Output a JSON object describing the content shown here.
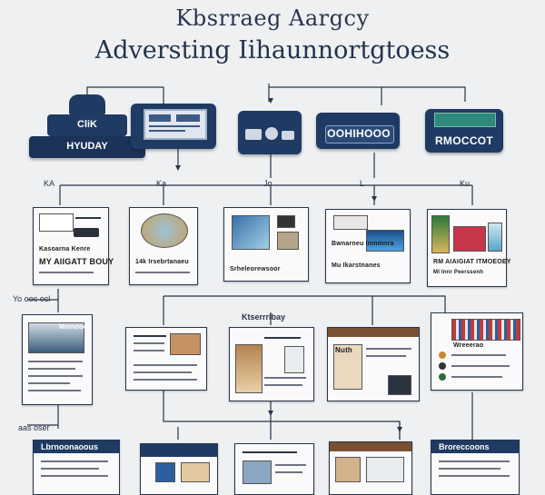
{
  "title": {
    "line1": "Kbsrraeg Aargcy",
    "line2": "Adversting Iihaunnortgtoess"
  },
  "top_row": [
    {
      "id": "pyramid",
      "line1": "CliK",
      "line2": "HYUDAY"
    },
    {
      "id": "panel-2",
      "label": ""
    },
    {
      "id": "panel-3",
      "label": ""
    },
    {
      "id": "panel-4",
      "label": "OOHIHOOO"
    },
    {
      "id": "panel-5",
      "label": "RMOCCOT"
    }
  ],
  "connector_labels": {
    "c1": "KA",
    "c2": "Ka",
    "c3": "Jo",
    "c4": "L",
    "c5": "Ku"
  },
  "row2_cards": [
    {
      "caption1": "Kasoarna Kenre",
      "caption2": "MY AIIGATT BOUY"
    },
    {
      "caption1": "14k Irsebrtanaeu",
      "caption2": ""
    },
    {
      "caption1": "Srheleorewsoor",
      "caption2": ""
    },
    {
      "caption1": "Bwnarneu Inmmnra",
      "caption2": "Mu Ikarstnanes"
    },
    {
      "caption1": "RM AIAIGIAT ITMOEOEY",
      "caption2": "Ml Innr Peerssenh"
    }
  ],
  "row3_side_label": "Yo ooc ocl",
  "row3_title": "Ktserrribay",
  "row3_cards": [
    {
      "caption": "Mrenooo"
    },
    {
      "caption": ""
    },
    {
      "caption": ""
    },
    {
      "caption": "Nuth"
    },
    {
      "caption": "Wreeerao"
    }
  ],
  "row4_side_label": "aas oser",
  "row4_cards": [
    {
      "header": "Lbrnoonaoous"
    },
    {
      "header": ""
    },
    {
      "header": ""
    },
    {
      "header": ""
    },
    {
      "header": "Broreccoons"
    }
  ],
  "colors": {
    "navy": "#1f3b63",
    "paper": "#fafafa",
    "background": "#eef0f2",
    "border": "#29354a"
  }
}
